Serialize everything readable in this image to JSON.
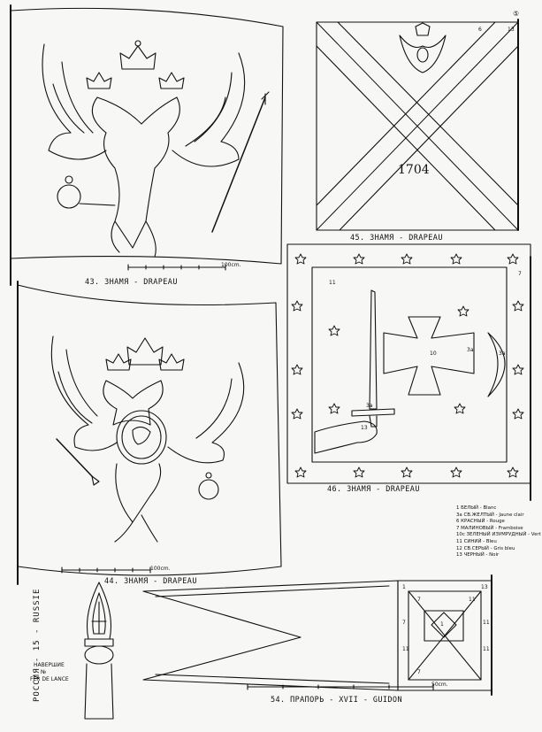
{
  "captions": {
    "flag43": "43. ЗНАМЯ - DRAPEAU",
    "flag44": "44. ЗНАМЯ - DRAPEAU",
    "flag45": "45. ЗНАМЯ - DRAPEAU",
    "flag46": "46. ЗНАМЯ - DRAPEAU",
    "flag54": "54. ПРАПОРЬ - XVII - GUIDON"
  },
  "scales": {
    "s43": "100cm.",
    "s44": "100cm.",
    "s54": "50cm."
  },
  "year_1704": "1704",
  "finial_label": [
    "НАВЕРШИЕ",
    "№",
    "FER DE LANCE"
  ],
  "side_title": "РОССИЯ - 15 - RUSSIE",
  "page_marker": "⑤",
  "legend": [
    "1  БЕЛЫЙ - Blanc",
    "3a  СВ.ЖЕЛТЫЙ - Jaune clair",
    "6  КРАСНЫЙ - Rouge",
    "7  МАЛИНОВЫЙ - Framboise",
    "10c  ЗЕЛЕНЫЙ ИЗУМРУДНЫЙ - Vert émeraude",
    "11  СИНИЙ - Bleu",
    "12  СВ.СЕРЫЙ - Gris bleu",
    "13  ЧЕРНЫЙ - Noir"
  ],
  "numbers_46": [
    "7",
    "11",
    "3a",
    "10",
    "3a",
    "3a",
    "13"
  ],
  "numbers_45": [
    "6",
    "13"
  ],
  "numbers_54": [
    "1",
    "7",
    "11",
    "7",
    "11",
    "1",
    "11",
    "11",
    "7",
    "13"
  ]
}
